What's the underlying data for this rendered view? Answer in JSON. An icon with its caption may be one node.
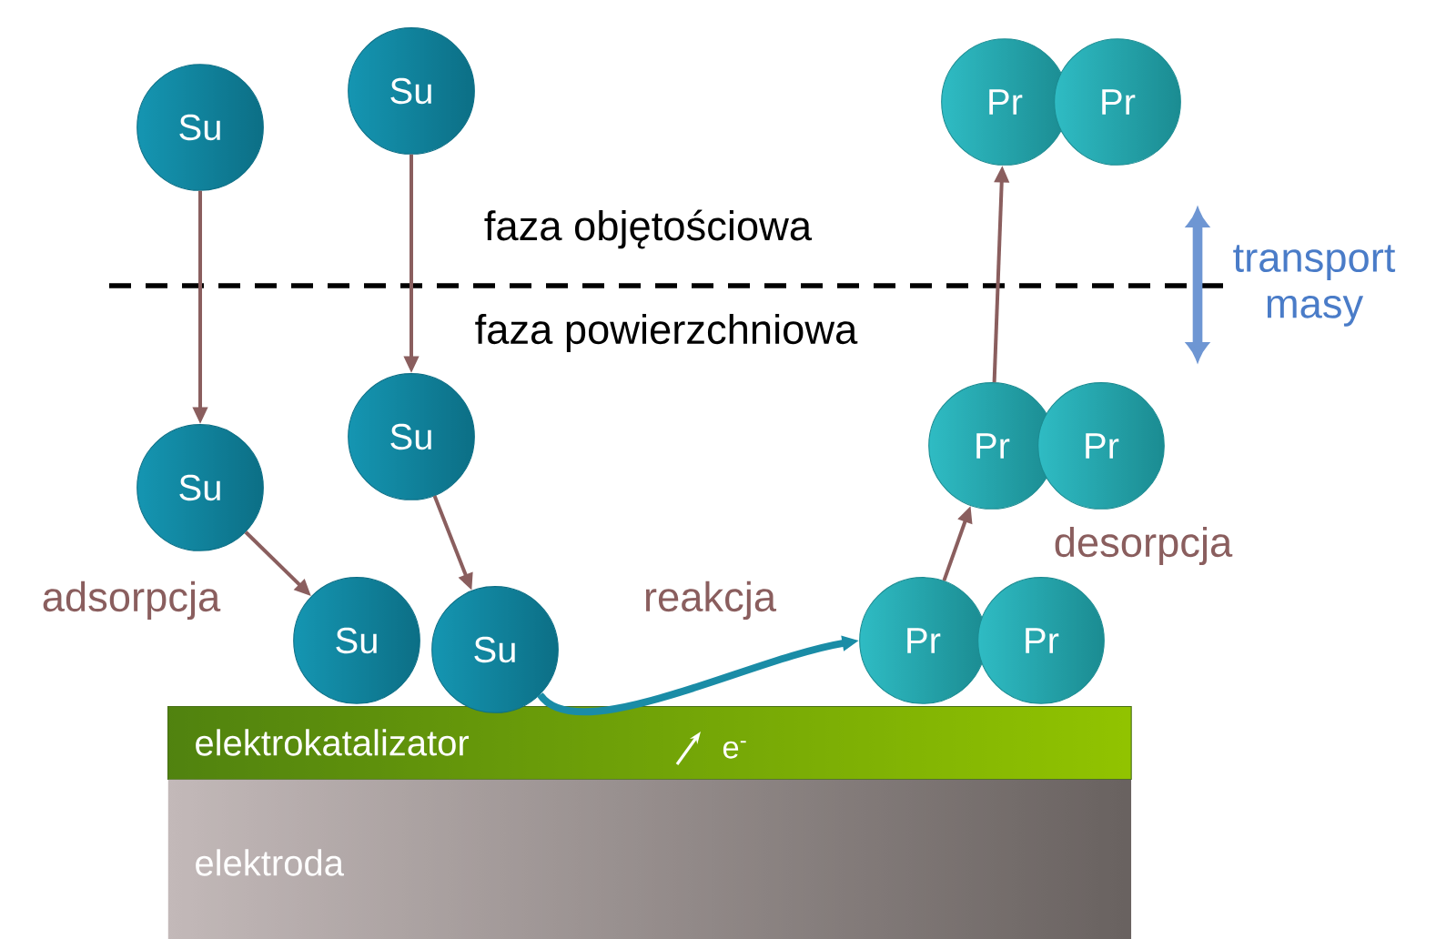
{
  "diagram": {
    "nodes": [
      {
        "text": [
          "Su"
        ]
      },
      {
        "text": [
          "Su"
        ]
      },
      {
        "text": [
          "Pr"
        ]
      },
      {
        "text": [
          "Pr"
        ]
      },
      {
        "text": [
          "Su"
        ]
      },
      {
        "text": [
          "Pr"
        ]
      },
      {
        "text": [
          "Pr"
        ]
      },
      {
        "text": [
          "Su"
        ]
      },
      {
        "text": [
          "Su"
        ]
      },
      {
        "text": [
          "Su"
        ]
      },
      {
        "text": [
          "Pr"
        ]
      },
      {
        "text": [
          "Pr"
        ]
      },
      {
        "text": [
          "elektrokatalizator"
        ]
      },
      {
        "text": [
          "elektroda"
        ]
      }
    ],
    "edges": [
      {
        "from": 0,
        "to": 7,
        "arrow": "to"
      },
      {
        "from": 1,
        "to": 4,
        "arrow": "to"
      },
      {
        "from": 7,
        "to": 8,
        "arrow": "to"
      },
      {
        "from": 4,
        "to": 9,
        "arrow": "to"
      },
      {
        "from": 9,
        "to": 10,
        "arrow": "to",
        "style": "thick",
        "color": "#1a8ca6"
      },
      {
        "from": 10,
        "to": 5,
        "arrow": "to"
      },
      {
        "from": 5,
        "to": 2,
        "arrow": "to"
      }
    ],
    "labels": [
      "faza objętościowa",
      "transport masy",
      "faza powierzchniowa",
      "desorpcja",
      "adsorpcja",
      "reakcja",
      "e$^{-}$"
    ]
  }
}
